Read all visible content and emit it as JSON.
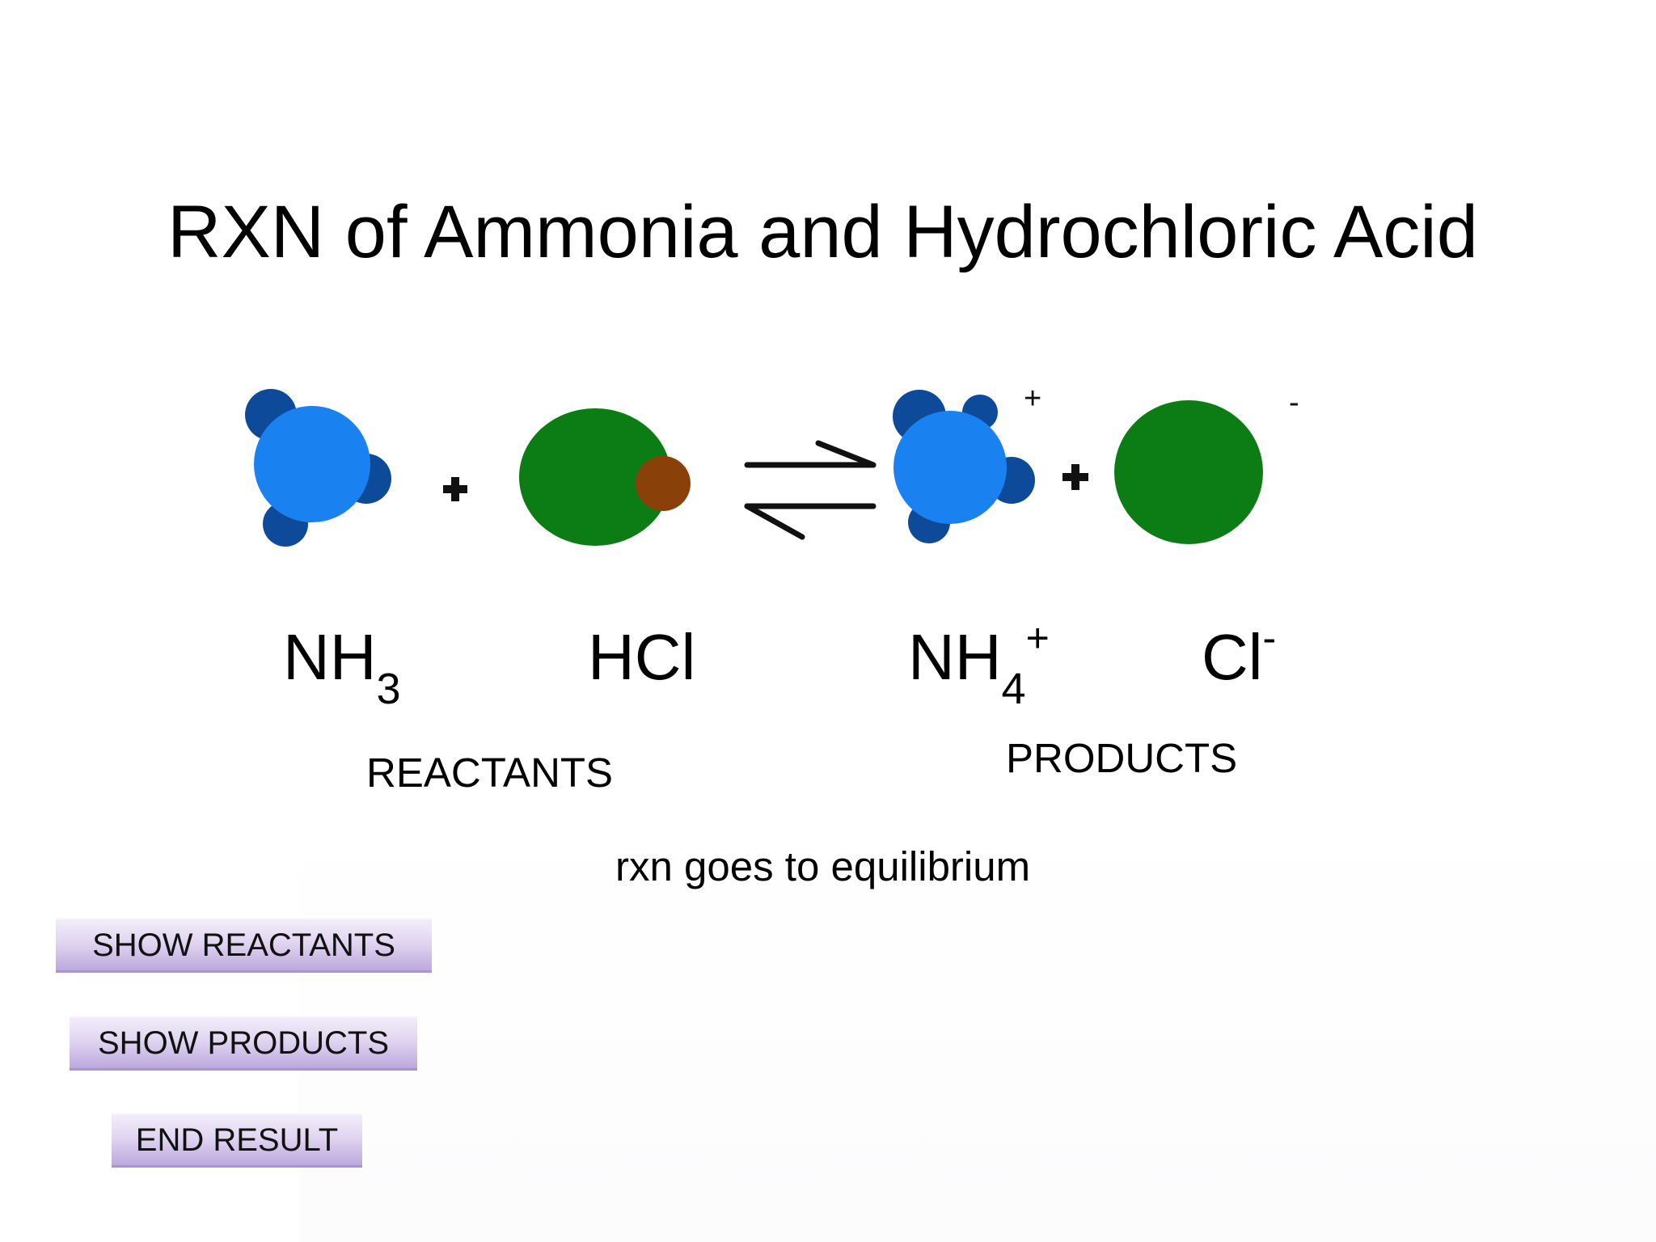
{
  "title": "RXN of Ammonia and Hydrochloric Acid",
  "equation": {
    "plus_sign": "+",
    "reactants": {
      "nh3": {
        "base": "NH",
        "sub": "3"
      },
      "hcl": {
        "base": "HCl"
      }
    },
    "products": {
      "nh4": {
        "base": "NH",
        "sub": "4",
        "sup": "+"
      },
      "cl": {
        "base": "Cl",
        "sup": "-"
      }
    },
    "reactants_label": "REACTANTS",
    "products_label": "PRODUCTS",
    "note": "rxn goes to equilibrium"
  },
  "buttons": {
    "show_reactants": "SHOW REACTANTS",
    "show_products": "SHOW PRODUCTS",
    "end_result": "END RESULT"
  },
  "colors": {
    "nitrogen": "#1a82f0",
    "hydrogen": "#0d4a99",
    "chlorine": "#0b7d14",
    "hydrogen_on_hcl": "#8a4109",
    "button_top": "#f3effa",
    "button_bottom": "#b9a4dc"
  },
  "icons": {
    "equilibrium": "equilibrium-arrows-icon",
    "plus": "plus-icon"
  }
}
